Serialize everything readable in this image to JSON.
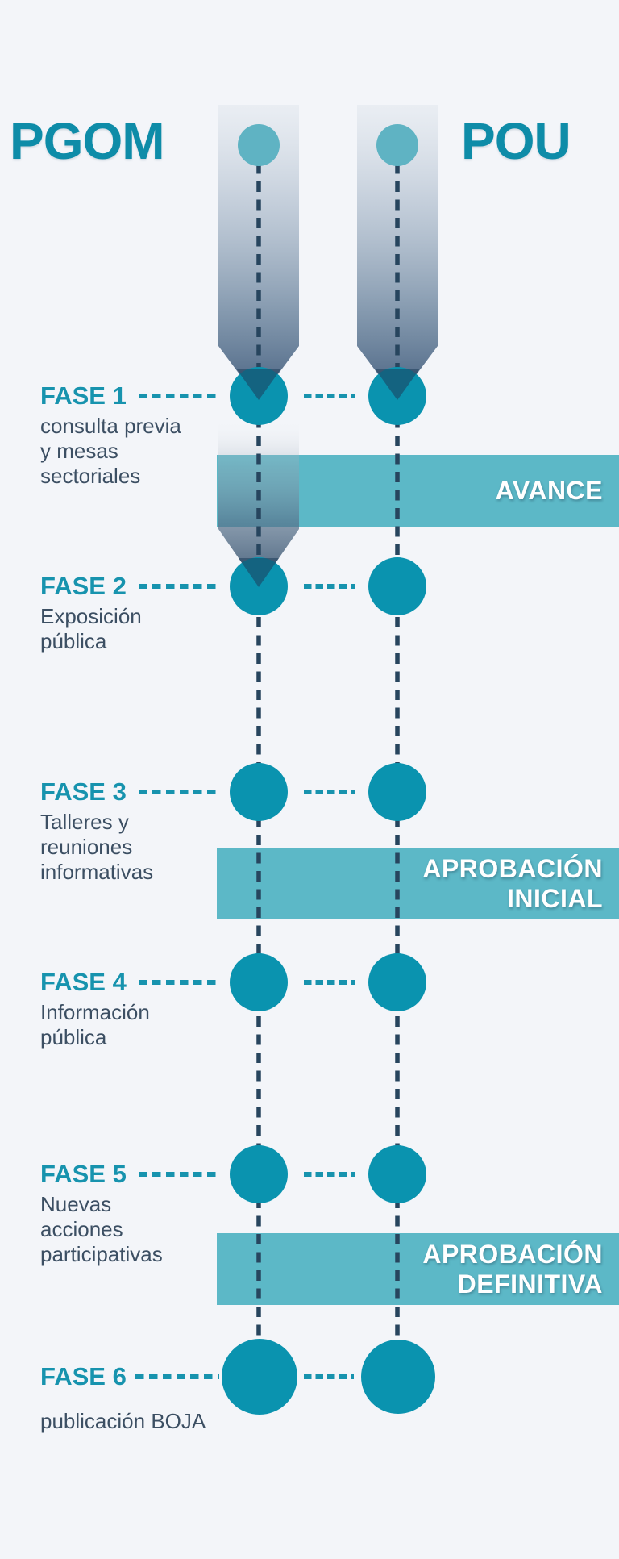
{
  "header": {
    "left_title": "PGOM",
    "right_title": "POU"
  },
  "phases": [
    {
      "label": "FASE 1",
      "description": "consulta previa\ny mesas\nsectoriales"
    },
    {
      "label": "FASE 2",
      "description": "Exposición\npública"
    },
    {
      "label": "FASE 3",
      "description": "Talleres y\nreuniones\ninformativas"
    },
    {
      "label": "FASE 4",
      "description": "Información\npública"
    },
    {
      "label": "FASE 5",
      "description": "Nuevas\nacciones\nparticipativas"
    },
    {
      "label": "FASE 6",
      "description": "publicación BOJA"
    }
  ],
  "milestones": [
    {
      "label": "AVANCE"
    },
    {
      "label": "APROBACIÓN\nINICIAL"
    },
    {
      "label": "APROBACIÓN\nDEFINITIVA"
    }
  ],
  "colors": {
    "background": "#f3f5f9",
    "title_teal": "#0e8ca8",
    "label_teal": "#1793ae",
    "circle_teal": "#0a93af",
    "light_circle_teal": "#5fb3c3",
    "band_teal": "#5cb8c7",
    "navy_text": "#3c4f63",
    "navy_line": "#27455e",
    "band_text": "#ffffff"
  }
}
